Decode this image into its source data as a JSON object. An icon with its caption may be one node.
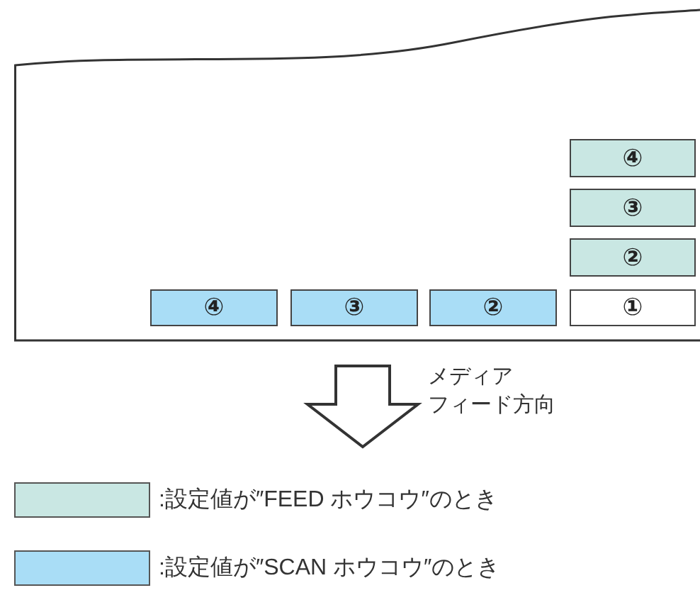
{
  "diagram": {
    "nodes": [
      {
        "text": [],
        "shape": "box"
      },
      {
        "text": [
          "④"
        ],
        "in": 0
      },
      {
        "text": [
          "③"
        ],
        "in": 0
      },
      {
        "text": [
          "②"
        ],
        "in": 0
      },
      {
        "text": [
          "④"
        ],
        "in": 0
      },
      {
        "text": [
          "③"
        ],
        "in": 0
      },
      {
        "text": [
          "②"
        ],
        "in": 0
      },
      {
        "text": [
          "①"
        ],
        "in": 0
      }
    ],
    "edges": [],
    "labels": [
      "メディアフィード方向"
    ],
    "legend": [
      {
        "text": ":設定値が″FEED ホウコウ″のとき",
        "color": "#c9e7e3"
      },
      {
        "text": ":設定値が″SCAN ホウコウ″のとき",
        "color": "#a9ddf6"
      }
    ]
  }
}
